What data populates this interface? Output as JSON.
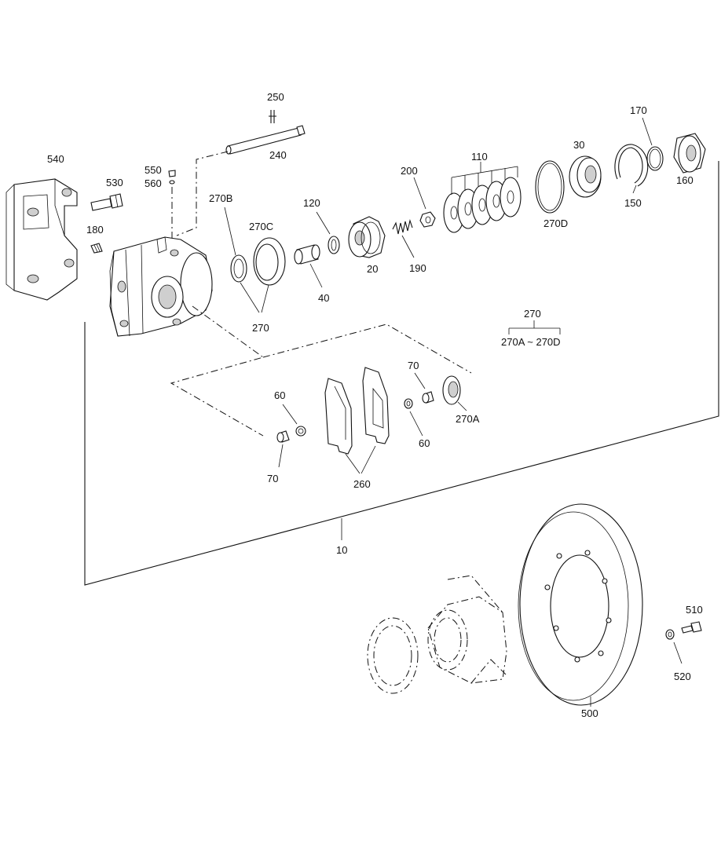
{
  "labels": {
    "l540": "540",
    "l530": "530",
    "l550": "550",
    "l560": "560",
    "l180": "180",
    "l250": "250",
    "l240": "240",
    "l270B": "270B",
    "l270C": "270C",
    "l120": "120",
    "l40": "40",
    "l20": "20",
    "l190": "190",
    "l200": "200",
    "l110": "110",
    "l30": "30",
    "l270D": "270D",
    "l170": "170",
    "l150": "150",
    "l160": "160",
    "l270": "270",
    "l270group": "270",
    "l270range": "270A ~ 270D",
    "l60a": "60",
    "l70a": "70",
    "l260": "260",
    "l70b": "70",
    "l60b": "60",
    "l270A": "270A",
    "l10": "10",
    "l500": "500",
    "l510": "510",
    "l520": "520"
  }
}
